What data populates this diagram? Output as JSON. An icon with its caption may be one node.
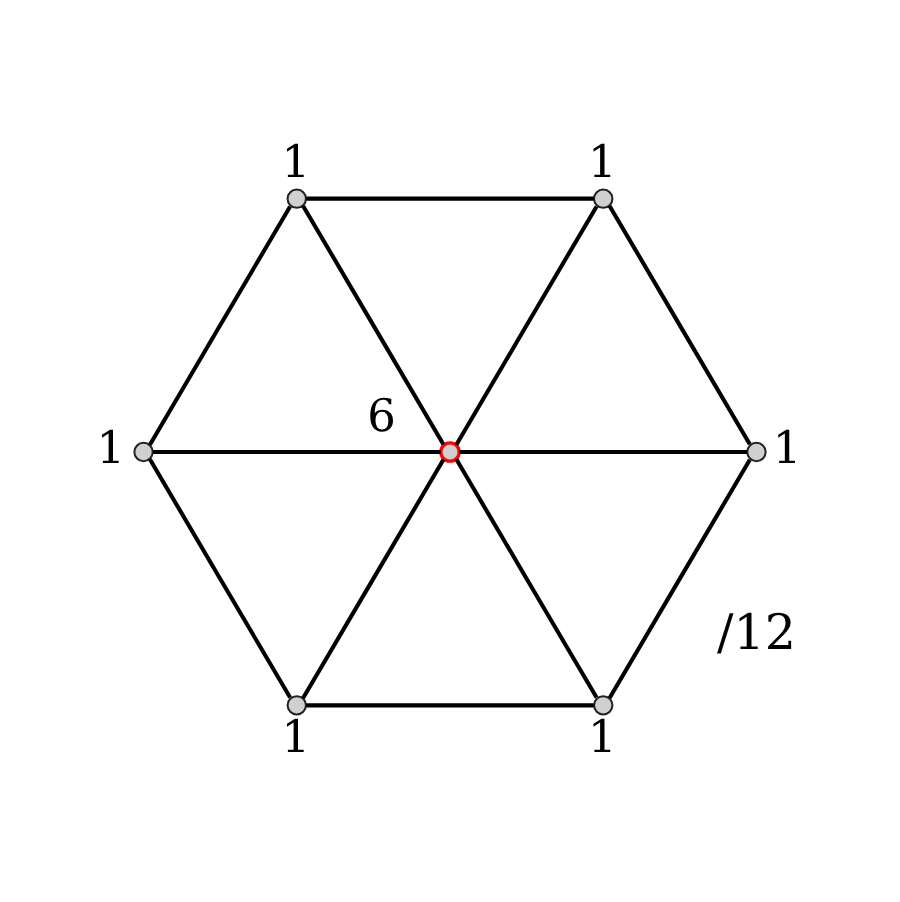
{
  "diagram": {
    "nodes": [
      {
        "text": [],
        "shape": "circle",
        "beside": [
          "1"
        ]
      },
      {
        "text": [],
        "shape": "circle",
        "beside": [
          "1"
        ]
      },
      {
        "text": [],
        "shape": "circle",
        "beside": [
          "1"
        ]
      },
      {
        "text": [],
        "shape": "circle",
        "beside": [
          "6"
        ]
      },
      {
        "text": [],
        "shape": "circle",
        "beside": [
          "1"
        ]
      },
      {
        "text": [],
        "shape": "circle",
        "beside": [
          "1"
        ]
      },
      {
        "text": [],
        "shape": "circle",
        "beside": [
          "1"
        ]
      }
    ],
    "edges": [
      {
        "from": 0,
        "to": 1,
        "arrow": "none"
      },
      {
        "from": 1,
        "to": 4,
        "arrow": "none"
      },
      {
        "from": 6,
        "to": 4,
        "arrow": "none"
      },
      {
        "from": 5,
        "to": 6,
        "arrow": "none"
      },
      {
        "from": 2,
        "to": 5,
        "arrow": "none"
      },
      {
        "from": 2,
        "to": 0,
        "arrow": "none"
      },
      {
        "from": 0,
        "to": 3,
        "arrow": "none"
      },
      {
        "from": 3,
        "to": 1,
        "arrow": "none"
      },
      {
        "from": 2,
        "to": 3,
        "arrow": "none"
      },
      {
        "from": 3,
        "to": 4,
        "arrow": "none"
      },
      {
        "from": 5,
        "to": 3,
        "arrow": "none"
      },
      {
        "from": 3,
        "to": 6,
        "arrow": "none"
      }
    ],
    "labels": [
      "/12"
    ]
  }
}
